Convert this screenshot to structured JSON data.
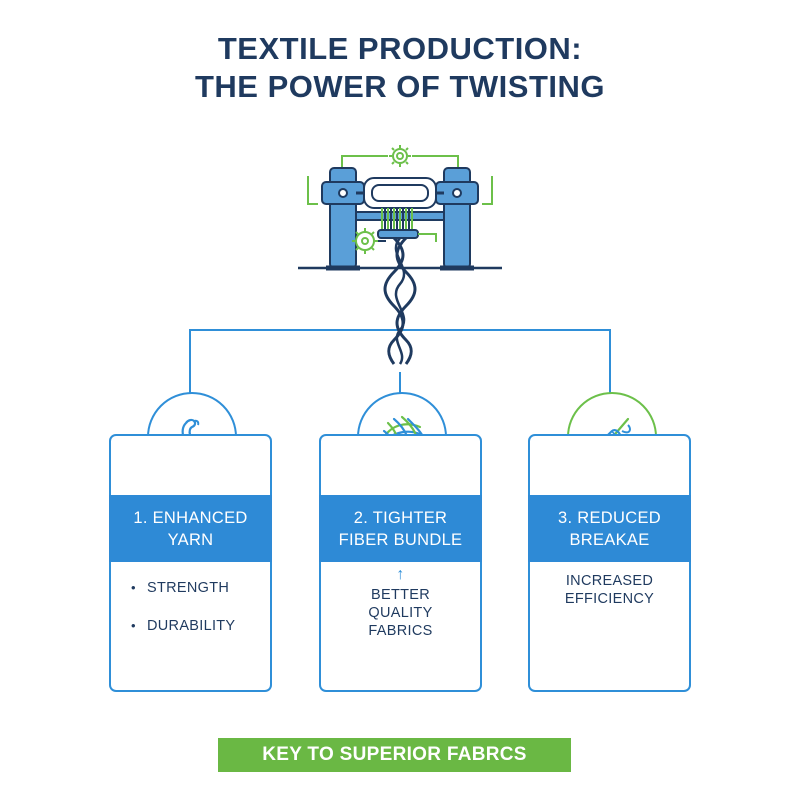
{
  "title": {
    "line1": "TEXTILE PRODUCTION:",
    "line2": "THE POWER OF TWISTING"
  },
  "cards": [
    {
      "icon": "flexed-arm-icon",
      "heading_line1": "1. ENHANCED",
      "heading_line2": "YARN",
      "bullets": [
        "STRENGTH",
        "DURABILITY"
      ]
    },
    {
      "icon": "fiber-ball-icon",
      "heading_line1": "2. TIGHTER",
      "heading_line2": "FIBER BUNDLE",
      "arrow": "↑",
      "text_lines": [
        "BETTER",
        "QUALITY",
        "FABRICS"
      ]
    },
    {
      "icon": "needle-thread-icon",
      "heading_line1": "3. REDUCED",
      "heading_line2": "BREAKAE",
      "text_lines": [
        "INCREASED",
        "EFFICIENCY"
      ]
    }
  ],
  "footer": {
    "label": "KEY TO SUPERIOR FABRCS"
  },
  "colors": {
    "navy": "#1f3a5f",
    "blue": "#2e8ad6",
    "green": "#6ab844"
  },
  "illustration": {
    "icon": "twisting-machine-icon"
  }
}
